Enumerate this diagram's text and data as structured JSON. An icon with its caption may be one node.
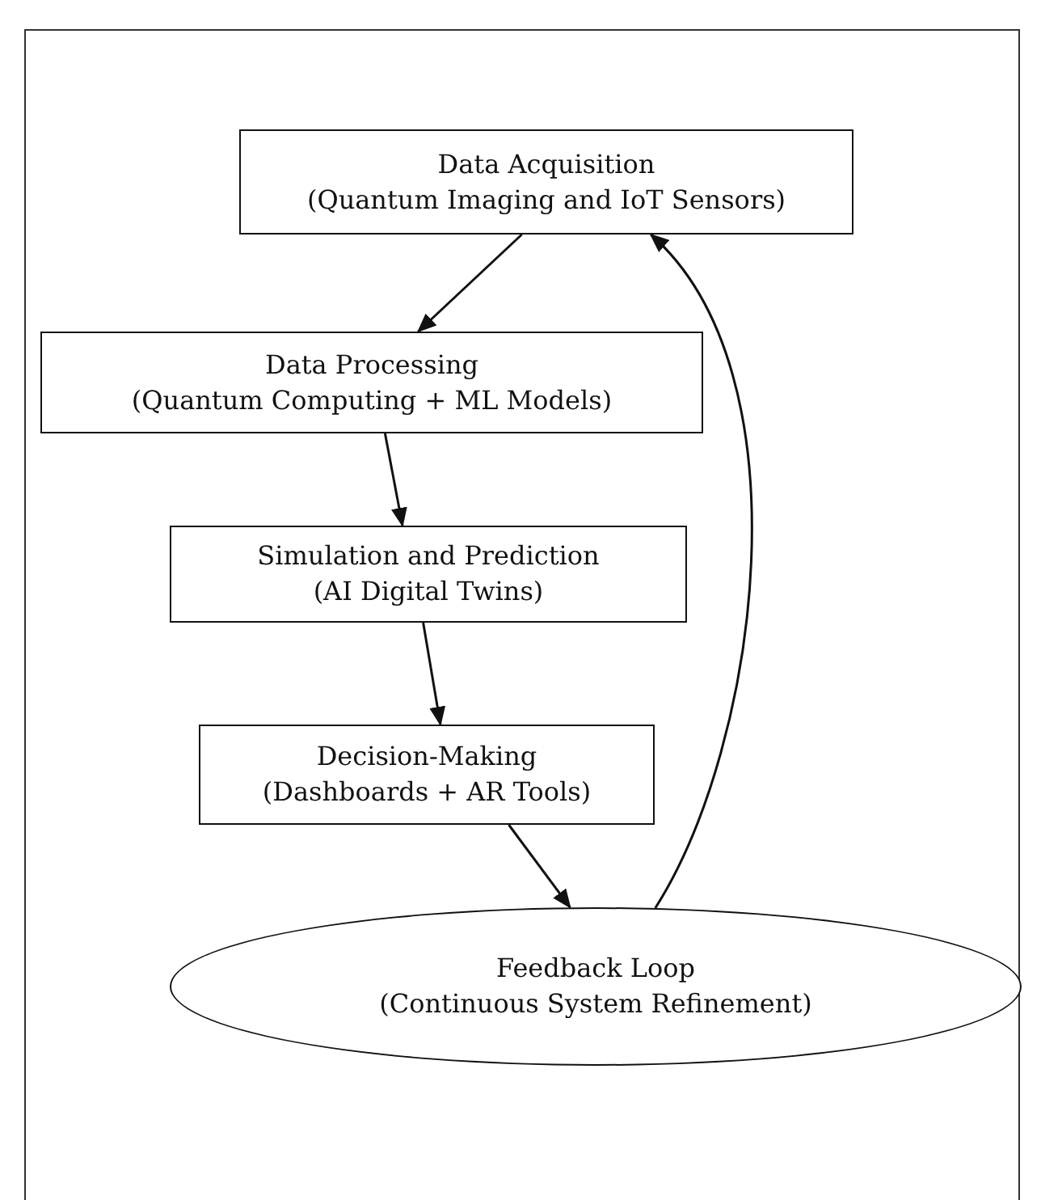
{
  "diagram": {
    "nodes": [
      {
        "text": [
          "Data Acquisition",
          "(Quantum Imaging and IoT Sensors)"
        ]
      },
      {
        "text": [
          "Data Processing",
          "(Quantum Computing + ML Models)"
        ]
      },
      {
        "text": [
          "Simulation and Prediction",
          "(AI Digital Twins)"
        ]
      },
      {
        "text": [
          "Decision-Making",
          "(Dashboards + AR Tools)"
        ]
      },
      {
        "text": [
          "Feedback Loop",
          "(Continuous System Refinement)"
        ]
      }
    ],
    "edges": [
      {
        "from": 0,
        "to": 1,
        "arrow": "to"
      },
      {
        "from": 1,
        "to": 2,
        "arrow": "to"
      },
      {
        "from": 2,
        "to": 3,
        "arrow": "to"
      },
      {
        "from": 3,
        "to": 4,
        "arrow": "to"
      },
      {
        "from": 4,
        "to": 0,
        "arrow": "to"
      }
    ]
  }
}
